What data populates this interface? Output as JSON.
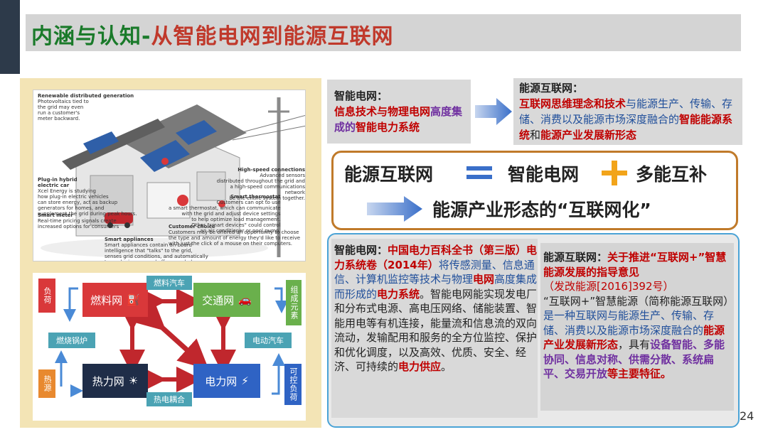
{
  "title": {
    "part1": "内涵与认知-",
    "part2": "从智能电网到能源互联网"
  },
  "house": {
    "renewable_title": "Renewable distributed generation",
    "renewable_text": "Photovoltaics tied to\nthe grid may even\nrun a customer's\nmeter backward.",
    "hybrid_title": "Plug-in hybrid\nelectric car",
    "hybrid_text": "Xcel Energy is studying\nhow plug-in electric vehicles\ncan store energy, act as backup\ngenerators for homes, and\nsupplement the grid during peak hours.",
    "meter_title": "Smart meter",
    "meter_text": "Real-time pricing signals create\nincreased options for consumers",
    "appliances_title": "Smart appliances",
    "appliances_text": "Smart appliances contain on-board\nintelligence that \"talks\" to the grid,\nsenses grid conditions, and automatically\nturns devices on and off as needed.",
    "hs_title": "High-speed connections",
    "hs_text": "Advanced sensors\ndistributed throughout the grid and\na high-speed communications network\nbe the entire system together.",
    "thermo_title": "Smart thermostat",
    "thermo_text": "Customers can opt to use\na smart thermostat, which can communicate\nwith the grid and adjust device settings\nto help optimize load management.\nOther \"smart devices\" could control\nan air conditioner or pool pump.",
    "choice_title": "Customer choice",
    "choice_text": "Customers may be offered an opportunity to choose\nthe type and amount of energy they'd like to receive\nwith just the click of a mouse on their computers."
  },
  "grid": {
    "fuel_net": "燃料网",
    "transport_net": "交通网",
    "heat_net": "热力网",
    "power_net": "电力网",
    "load": "负荷",
    "fuel_car": "燃料汽车",
    "combined_elements": "组成元素",
    "boiler": "燃烧锅炉",
    "ev": "电动汽车",
    "heat_source": "热源",
    "chp": "热电耦合",
    "controllable_load": "可控负荷",
    "colors": {
      "red": "#d9383a",
      "green": "#6ab04c",
      "navy": "#1f2d48",
      "blue": "#2f63c4",
      "teal": "#4ba3b4",
      "orange": "#e8892f",
      "arrow": "#c0272d"
    }
  },
  "smart_grid": {
    "label": "智能电网：",
    "d1": "信息技术与物理电网",
    "d2": "高度集成的",
    "d3": "智能电力系统"
  },
  "energy_internet": {
    "label": "能源互联网：",
    "d1": "互联网思维理念和技术",
    "d2": "与能源生产、传输、存储、消费以及能源市场深度融合的",
    "d3": "智能能源系统",
    "d4": "和",
    "d5": "能源产业发展新形态"
  },
  "equation": {
    "lhs": "能源互联网",
    "mid": "智能电网",
    "rhs": "多能互补",
    "line2": "能源产业形态的“互联网化”"
  },
  "sg_def": {
    "label": "智能电网：",
    "source": "中国电力百科全书（第三版）电力系统卷（2014年）",
    "t1": "将传感测量、信息通信、计算机监控等技术与物理",
    "t2": "电网",
    "t3": "高度集成而形成的",
    "t4": "电力系统",
    "t5": "。智能电网能实现发电厂和分布式电源、高电压网络、储能装置、智能用电等有机连接，能量流和信息流的双向流动，发输配用和服务的全方位监控、保护和优化调度，以及高效、优质、安全、经济、可持续的",
    "t6": "电力供应",
    "t7": "。"
  },
  "ei_def": {
    "label": "能源互联网：",
    "source": "关于推进“互联网+”智慧能源发展的指导意见",
    "doc_no": "（发改能源[2016]392号）",
    "t1": "“互联网+”智慧能源（简称能源互联网）",
    "t2": "是一种互联网与能源生产、传输、存储、消费以及能源市场深度融合的",
    "t3": "能源产业发展新形态",
    "t4": "，具有",
    "t5": "设备智能、多能协同、信息对称、供需分散、系统扁平、交易开放",
    "t6": "等主要特征。"
  },
  "page_number": "24"
}
